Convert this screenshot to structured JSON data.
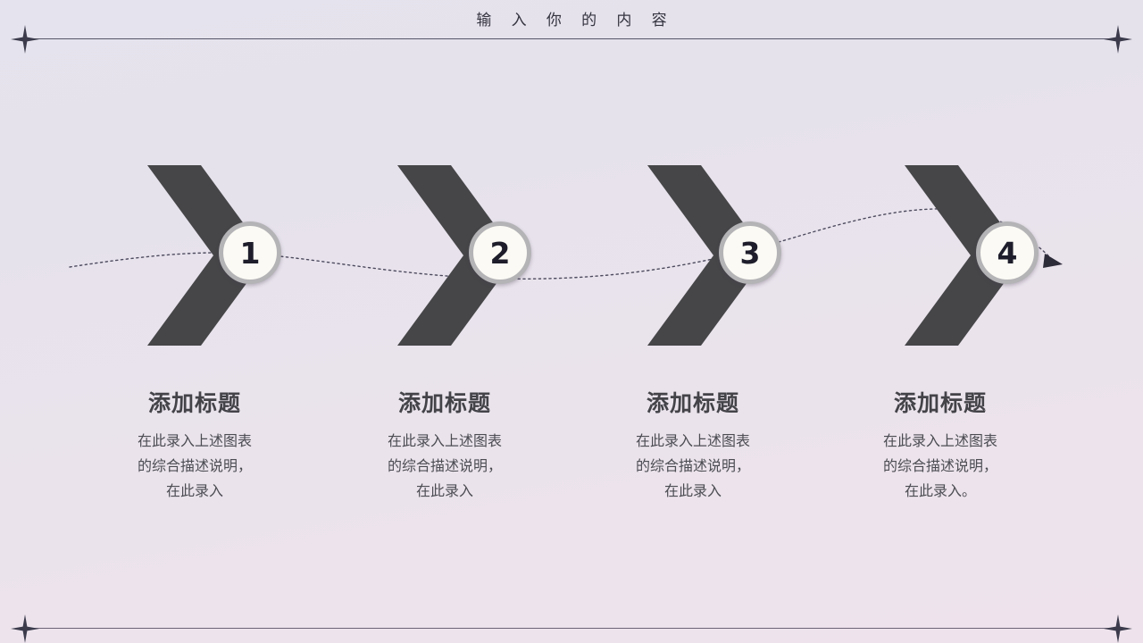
{
  "header": {
    "title": "输 入 你 的 内 容"
  },
  "decor": {
    "sparkle_top_left": "sparkle-icon",
    "sparkle_top_right": "sparkle-icon",
    "sparkle_bottom_left": "sparkle-icon",
    "sparkle_bottom_right": "sparkle-icon",
    "flow_arrow": "arrow-right-icon",
    "line_color": "#56566a",
    "chevron_color": "#464648",
    "circle_fill": "#fbfaf4",
    "circle_border": "#b4b3b6",
    "background_top": "#e5e3ed",
    "background_bottom": "#eee3ec"
  },
  "steps": [
    {
      "number": "1",
      "title": "添加标题",
      "lines": [
        "在此录入上述图表",
        "的综合描述说明，",
        "在此录入"
      ]
    },
    {
      "number": "2",
      "title": "添加标题",
      "lines": [
        "在此录入上述图表",
        "的综合描述说明，",
        "在此录入"
      ]
    },
    {
      "number": "3",
      "title": "添加标题",
      "lines": [
        "在此录入上述图表",
        "的综合描述说明，",
        "在此录入"
      ]
    },
    {
      "number": "4",
      "title": "添加标题",
      "lines": [
        "在此录入上述图表",
        "的综合描述说明，",
        "在此录入。"
      ]
    }
  ]
}
